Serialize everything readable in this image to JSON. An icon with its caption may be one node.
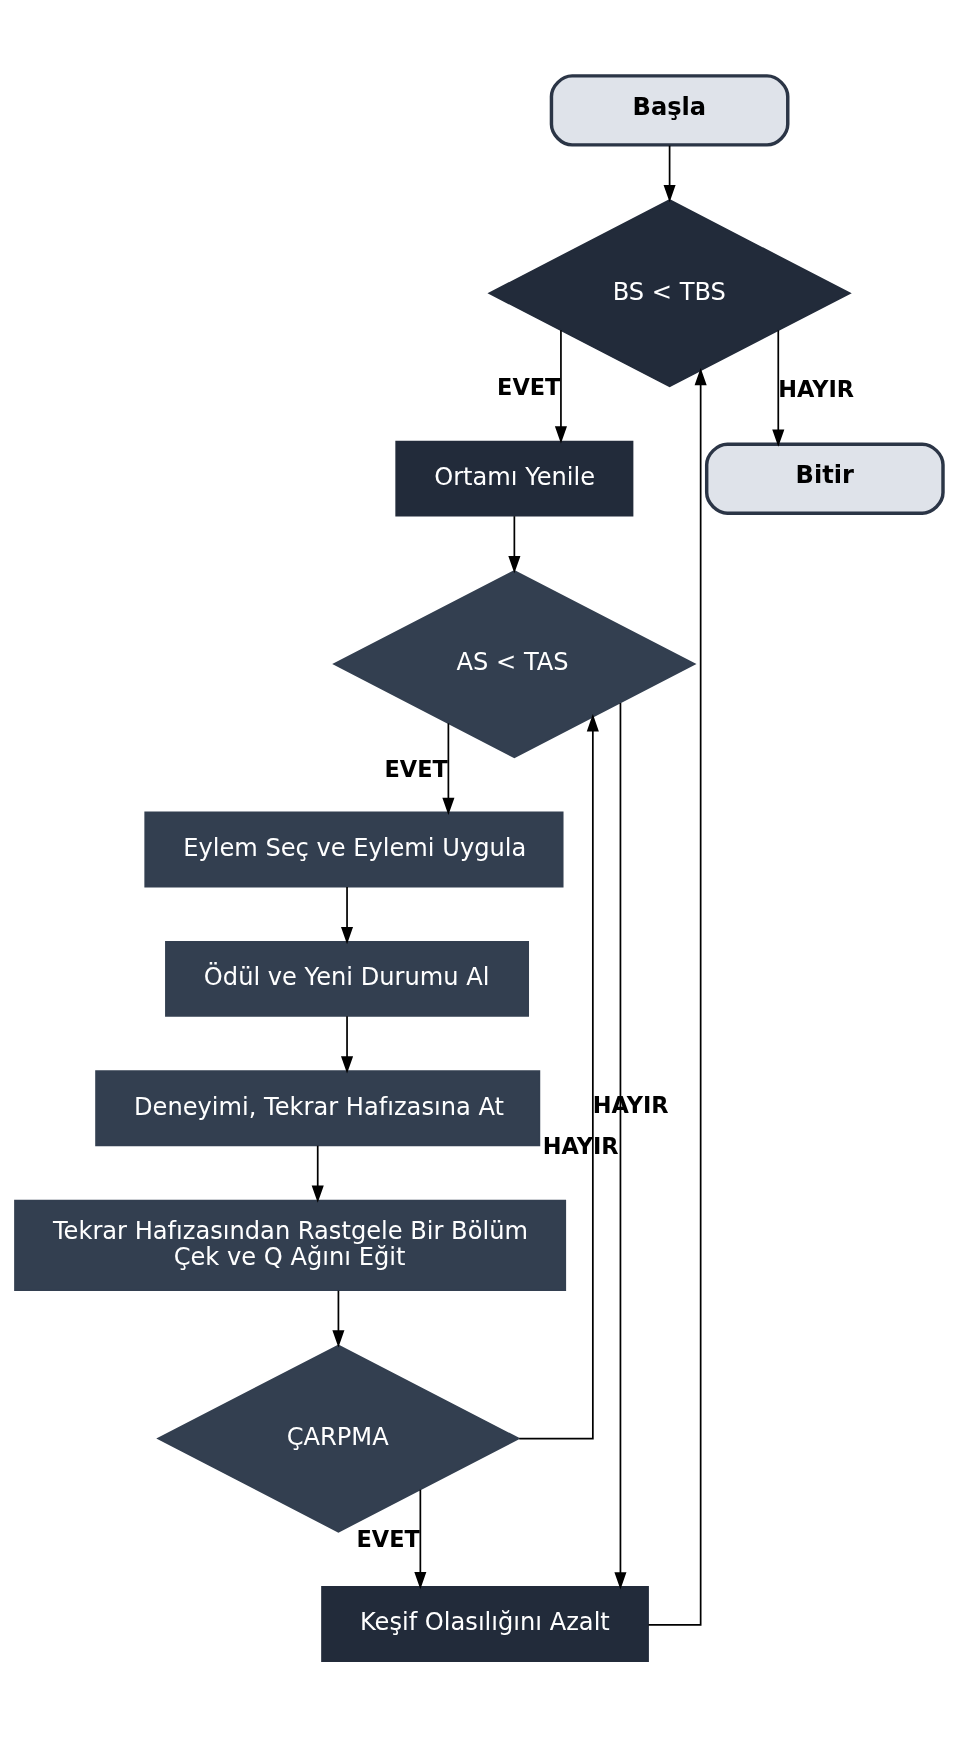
{
  "diagram": {
    "nodes": [
      {
        "text": [
          "Başla"
        ]
      },
      {
        "text": [
          "BS < TBS"
        ]
      },
      {
        "text": [
          "Ortamı Yenile"
        ]
      },
      {
        "text": [
          "AS < TAS"
        ]
      },
      {
        "text": [
          "Eylem Seç ve Eylemi Uygula"
        ]
      },
      {
        "text": [
          "Ödül ve Yeni Durumu Al"
        ]
      },
      {
        "text": [
          "Deneyimi, Tekrar Hafızasına At"
        ]
      },
      {
        "text": [
          "Tekrar Hafızasından Rastgele Bir Bölüm Çek ve Q Ağını Eğit"
        ]
      },
      {
        "text": [
          "ÇARPMA"
        ]
      },
      {
        "text": [
          "Keşif Olasılığını Azalt"
        ]
      },
      {
        "text": [
          "Bitir"
        ]
      }
    ],
    "edges": [
      {
        "from": 0,
        "to": 1,
        "arrow": "to"
      },
      {
        "from": 1,
        "to": 2,
        "label": "EVET",
        "arrow": "to"
      },
      {
        "from": 2,
        "to": 3,
        "arrow": "to"
      },
      {
        "from": 3,
        "to": 4,
        "label": "EVET",
        "arrow": "to"
      },
      {
        "from": 4,
        "to": 5,
        "arrow": "to"
      },
      {
        "from": 5,
        "to": 6,
        "arrow": "to"
      },
      {
        "from": 6,
        "to": 7,
        "arrow": "to"
      },
      {
        "from": 7,
        "to": 8,
        "arrow": "to"
      },
      {
        "from": 8,
        "to": 3,
        "label": "HAYIR",
        "arrow": "to"
      },
      {
        "from": 8,
        "to": 9,
        "label": "EVET",
        "arrow": "to"
      },
      {
        "from": 3,
        "to": 9,
        "label": "HAYIR",
        "arrow": "to"
      },
      {
        "from": 9,
        "to": 1,
        "arrow": "to"
      },
      {
        "from": 1,
        "to": 10,
        "label": "HAYIR",
        "arrow": "to"
      }
    ]
  }
}
